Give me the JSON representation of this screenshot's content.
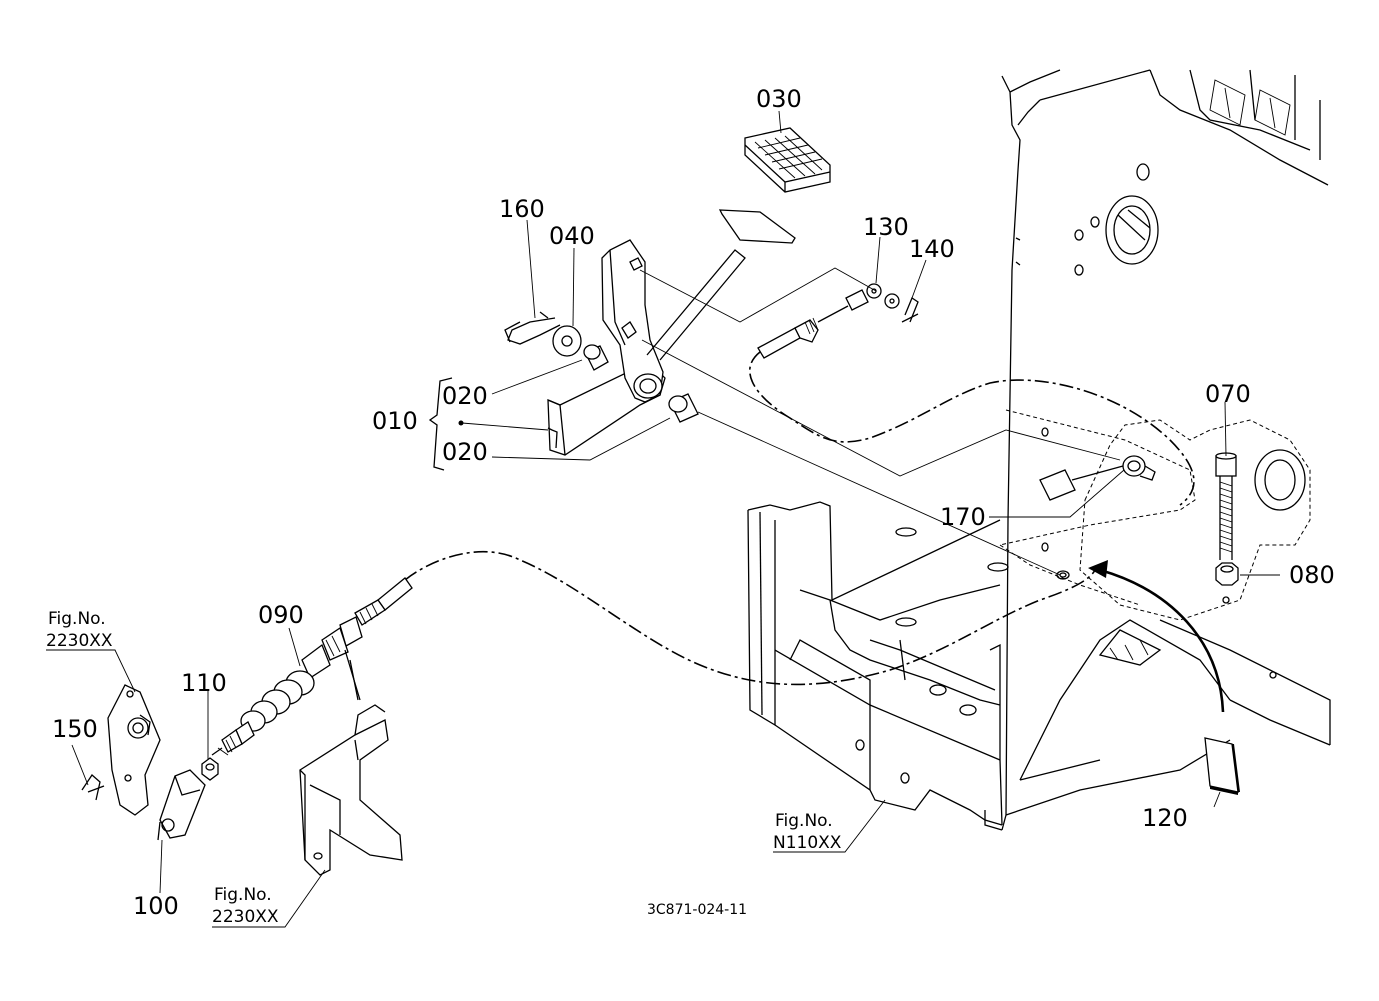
{
  "part_labels": {
    "p010": "010",
    "p020a": "020",
    "p020b": "020",
    "p030": "030",
    "p040": "040",
    "p070": "070",
    "p080": "080",
    "p090": "090",
    "p100": "100",
    "p110": "110",
    "p120": "120",
    "p130": "130",
    "p140": "140",
    "p150": "150",
    "p160": "160",
    "p170": "170"
  },
  "figure_refs": {
    "ref1": {
      "caption": "Fig.No.",
      "number": "2230XX"
    },
    "ref2": {
      "caption": "Fig.No.",
      "number": "2230XX"
    },
    "ref3": {
      "caption": "Fig.No.",
      "number": "N110XX"
    }
  },
  "drawing_code": "3C871-024-11"
}
